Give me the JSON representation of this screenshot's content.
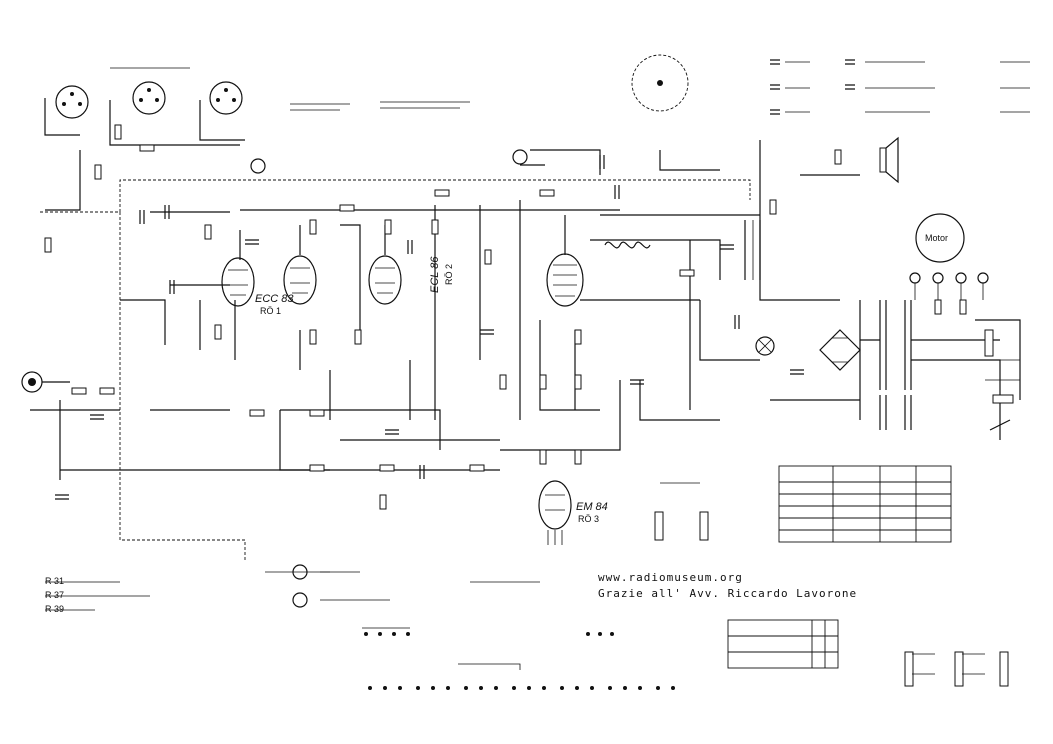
{
  "tubes": {
    "v1_type": "ECC 83",
    "v1_ref": "RÖ 1",
    "v2_type": "ECL 86",
    "v2_ref": "RÖ 2",
    "v3_type": "EM 84",
    "v3_ref": "RÖ 3"
  },
  "watermark": {
    "line1": "www.radiomuseum.org",
    "line2": "Grazie all' Avv. Riccardo Lavorone"
  },
  "motor": {
    "label": "Motor"
  },
  "notes": {
    "r31": "R 31",
    "r37": "R 37",
    "r39": "R 39"
  },
  "tube_labels": [
    "ECC 83",
    "ECL 86",
    "EM 84"
  ],
  "ic_labels": [
    "R 31",
    "R 37",
    "R 39"
  ]
}
